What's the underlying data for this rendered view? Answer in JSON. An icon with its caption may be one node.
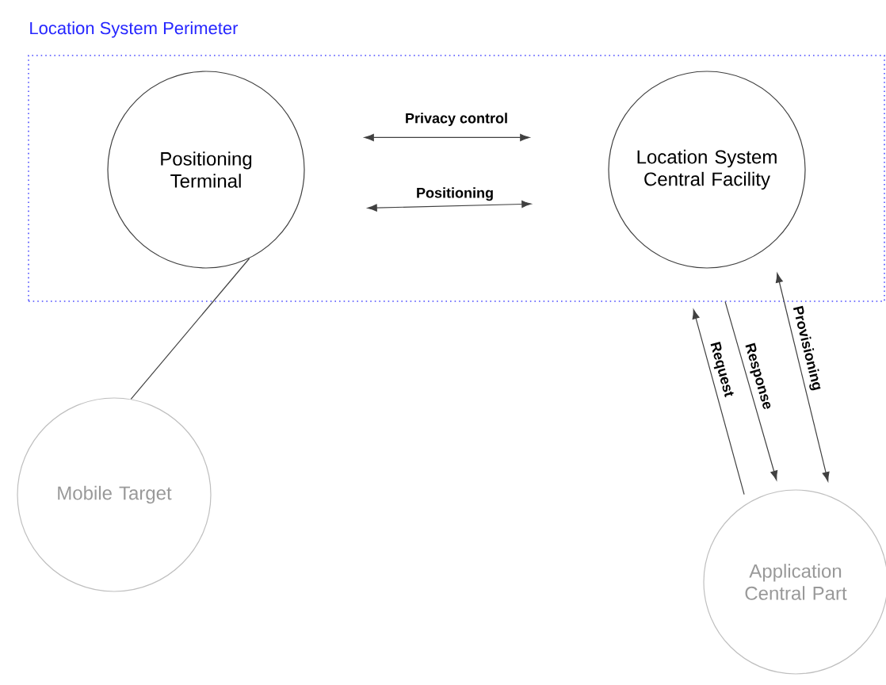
{
  "diagram": {
    "nodes": [
      {
        "text": [
          "Location System Perimeter"
        ]
      },
      {
        "text": [
          "Positioning Terminal"
        ],
        "in": 0
      },
      {
        "text": [
          "Location System Central Facility"
        ],
        "in": 0
      },
      {
        "text": [
          "Mobile Target"
        ]
      },
      {
        "text": [
          "Application Central Part"
        ]
      }
    ],
    "edges": [
      {
        "from": 1,
        "to": 2,
        "arrow": "both",
        "label": "Privacy control"
      },
      {
        "from": 1,
        "to": 2,
        "arrow": "both",
        "label": "Positioning"
      },
      {
        "from": 1,
        "to": 3,
        "arrow": "none"
      },
      {
        "from": 4,
        "to": 2,
        "arrow": "to",
        "label": "Request"
      },
      {
        "from": 2,
        "to": 4,
        "arrow": "to",
        "label": "Response"
      },
      {
        "from": 2,
        "to": 4,
        "arrow": "both",
        "label": "Provisioning"
      }
    ]
  }
}
